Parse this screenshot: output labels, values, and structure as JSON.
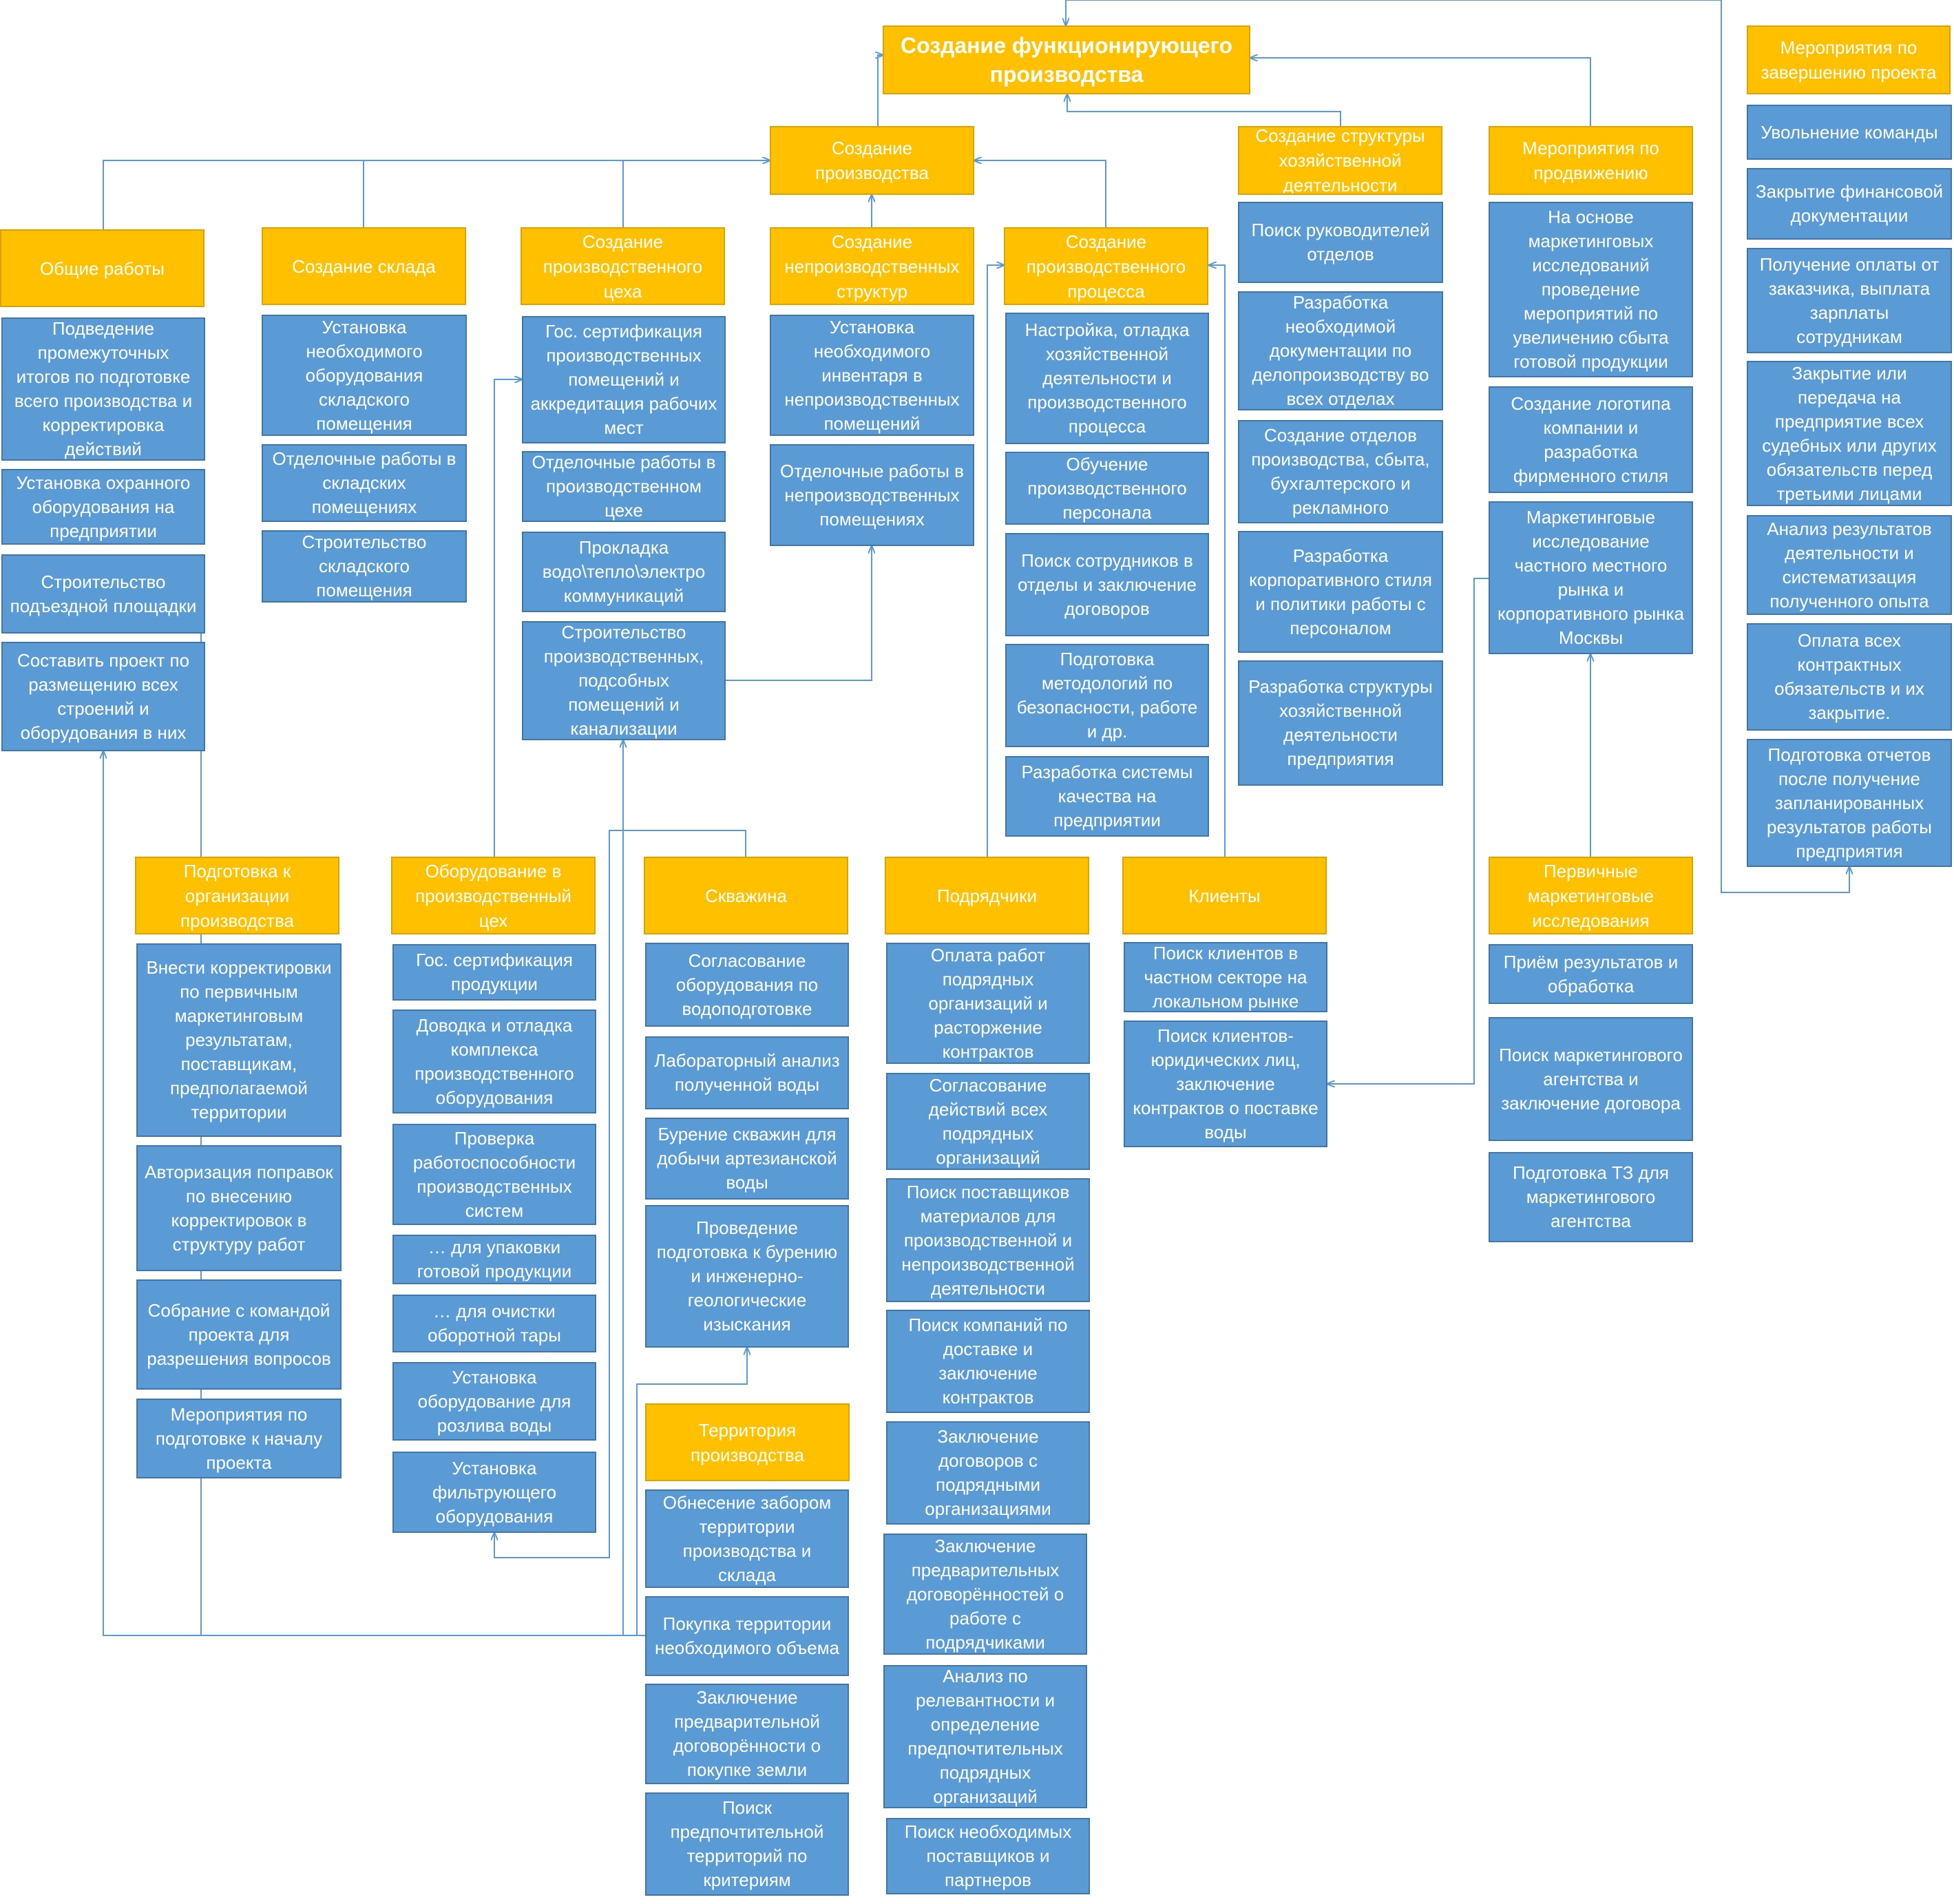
{
  "colors": {
    "header": "#ffc000",
    "item": "#5b9bd5",
    "connector": "#5b9bd5"
  },
  "root": "Создание функционирующего производства",
  "level1": {
    "production": "Создание производства",
    "structure": "Создание структуры хозяйственной деятельности",
    "promotion": "Мероприятия по продвижению",
    "completion": "Мероприятия по завершению проекта"
  },
  "groups": {
    "general": {
      "title": "Общие работы",
      "items": [
        "Подведение промежуточных итогов по подготовке всего производства и корректировка действий",
        "Установка охранного оборудования на предприятии",
        "Строительство подъездной площадки",
        "Составить проект по размещению всех строений и оборудования в них"
      ]
    },
    "warehouse": {
      "title": "Создание склада",
      "items": [
        "Установка необходимого оборудования складского помещения",
        "Отделочные работы в складских помещениях",
        "Строительство складского помещения"
      ]
    },
    "workshop": {
      "title": "Создание производственного цеха",
      "items": [
        "Гос. сертификация производственных помещений и аккредитация рабочих мест",
        "Отделочные работы в производственном цехе",
        "Прокладка водо\\тепло\\электро коммуникаций",
        "Строительство производственных, подсобных помещений и канализации"
      ]
    },
    "nonprod": {
      "title": "Создание непроизводственных структур",
      "items": [
        "Установка необходимого инвентаря в непроизводственных помещений",
        "Отделочные работы в непроизводственных помещениях"
      ]
    },
    "process": {
      "title": "Создание производственного процесса",
      "items": [
        "Настройка, отладка хозяйственной деятельности и производственного процесса",
        "Обучение производственного персонала",
        "Поиск сотрудников в отделы и заключение договоров",
        "Подготовка методологий по безопасности, работе и др.",
        "Разработка системы качества на предприятии"
      ]
    },
    "structure": {
      "items": [
        "Поиск руководителей отделов",
        "Разработка необходимой документации по делопроизводству во всех отделах",
        "Создание отделов производства, сбыта, бухгалтерского и рекламного",
        "Разработка корпоративного стиля и политики работы с персоналом",
        "Разработка структуры хозяйственной деятельности предприятия"
      ]
    },
    "promotion": {
      "items": [
        "На основе маркетинговых исследований проведение мероприятий по увеличению сбыта готовой продукции",
        "Создание логотипа компании и разработка фирменного стиля",
        "Маркетинговые исследование частного местного рынка и корпоративного рынка Москвы"
      ]
    },
    "completion": {
      "items": [
        "Увольнение команды",
        "Закрытие финансовой документации",
        "Получение оплаты от заказчика, выплата зарплаты сотрудникам",
        "Закрытие или передача на предприятие всех судебных или других обязательств перед третьими лицами",
        "Анализ результатов деятельности и систематизация полученного опыта",
        "Оплата всех контрактных обязательств и их закрытие.",
        "Подготовка отчетов после получение запланированных результатов работы предприятия"
      ]
    },
    "prep": {
      "title": "Подготовка к организации производства",
      "items": [
        "Внести корректировки по первичным маркетинговым результатам, поставщикам, предполагаемой территории",
        "Авторизация поправок по внесению корректировок в структуру работ",
        "Собрание с командой проекта для разрешения вопросов",
        "Мероприятия по подготовке к началу проекта"
      ]
    },
    "equipment": {
      "title": "Оборудование в производственный цех",
      "items": [
        "Гос. сертификация продукции",
        "Доводка и отладка комплекса производственного оборудования",
        "Проверка работоспособности производственных систем",
        "… для упаковки готовой продукции",
        "… для очистки оборотной тары",
        "Установка оборудование для розлива воды",
        "Установка фильтрующего оборудования"
      ]
    },
    "well": {
      "title": "Скважина",
      "items": [
        "Согласование оборудования по водоподготовке",
        "Лабораторный анализ полученной воды",
        "Бурение скважин для добычи артезианской воды",
        "Проведение подготовка к бурению и инженерно-геологические изыскания"
      ]
    },
    "territory": {
      "title": "Территория производства",
      "items": [
        "Обнесение забором территории производства и склада",
        "Покупка территории необходимого объема",
        "Заключение предварительной договорённости о покупке земли",
        "Поиск предпочтительной территорий по критериям"
      ]
    },
    "contractors": {
      "title": "Подрядчики",
      "items": [
        "Оплата работ подрядных организаций и расторжение контрактов",
        "Согласование действий всех подрядных организаций",
        "Поиск поставщиков материалов для производственной и непроизводственной деятельности",
        "Поиск компаний по доставке и заключение контрактов",
        "Заключение договоров с подрядными организациями",
        "Заключение предварительных договорённостей о работе с подрядчиками",
        "Анализ по релевантности и определение предпочтительных подрядных организаций",
        "Поиск необходимых поставщиков и партнеров"
      ]
    },
    "clients": {
      "title": "Клиенты",
      "items": [
        "Поиск клиентов в частном секторе на локальном рынке",
        "Поиск клиентов-юридических лиц, заключение контрактов о поставке воды"
      ]
    },
    "research": {
      "title": "Первичные маркетинговые исследования",
      "items": [
        "Приём результатов и обработка",
        "Поиск маркетингового агентства и заключение договора",
        "Подготовка ТЗ для маркетингового агентства"
      ]
    }
  }
}
